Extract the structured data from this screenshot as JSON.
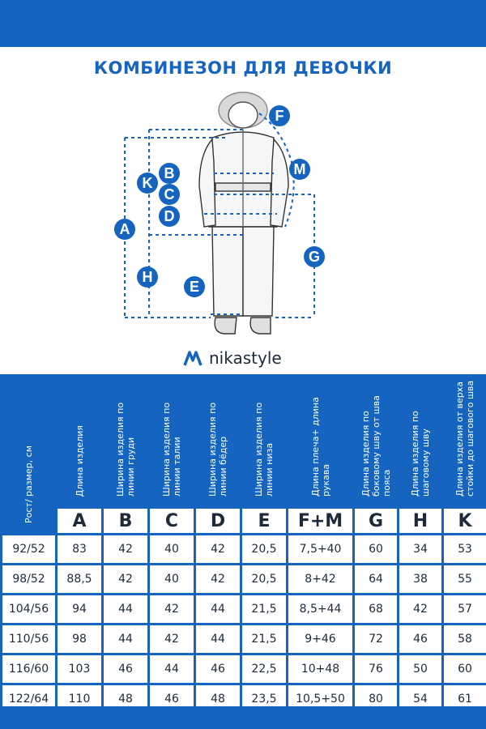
{
  "title": "КОМБИНЕЗОН ДЛЯ ДЕВОЧКИ",
  "brand": {
    "name": "nikastyle",
    "logo_icon": "nikastyle-logo-icon",
    "color": "#1565c0"
  },
  "diagram": {
    "labels": [
      "A",
      "B",
      "C",
      "D",
      "E",
      "F",
      "G",
      "H",
      "K",
      "M"
    ]
  },
  "table": {
    "corner_header": "Рост/ размер, см",
    "columns": [
      {
        "letter": "A",
        "header": "Длина изделия"
      },
      {
        "letter": "B",
        "header": "Ширина изделия по линии груди"
      },
      {
        "letter": "C",
        "header": "Ширина изделия по линии талии"
      },
      {
        "letter": "D",
        "header": "Ширина изделия по линии бёдер"
      },
      {
        "letter": "E",
        "header": "Ширина изделия по линии низа"
      },
      {
        "letter": "F+M",
        "header": "Длина плеча+ длина рукава"
      },
      {
        "letter": "G",
        "header": "Длина изделия по боковому шву от шва пояса"
      },
      {
        "letter": "H",
        "header": "Длина изделия по шаговому шву"
      },
      {
        "letter": "K",
        "header": "Длина изделия от верха стойки до шагового шва"
      }
    ],
    "rows": [
      {
        "size": "92/52",
        "values": [
          "83",
          "42",
          "40",
          "42",
          "20,5",
          "7,5+40",
          "60",
          "34",
          "53"
        ]
      },
      {
        "size": "98/52",
        "values": [
          "88,5",
          "42",
          "40",
          "42",
          "20,5",
          "8+42",
          "64",
          "38",
          "55"
        ]
      },
      {
        "size": "104/56",
        "values": [
          "94",
          "44",
          "42",
          "44",
          "21,5",
          "8,5+44",
          "68",
          "42",
          "57"
        ]
      },
      {
        "size": "110/56",
        "values": [
          "98",
          "44",
          "42",
          "44",
          "21,5",
          "9+46",
          "72",
          "46",
          "58"
        ]
      },
      {
        "size": "116/60",
        "values": [
          "103",
          "46",
          "44",
          "46",
          "22,5",
          "10+48",
          "76",
          "50",
          "60"
        ]
      },
      {
        "size": "122/64",
        "values": [
          "110",
          "48",
          "46",
          "48",
          "23,5",
          "10,5+50",
          "80",
          "54",
          "61"
        ]
      }
    ]
  },
  "colors": {
    "accent": "#1565c0",
    "text": "#1e2a3a"
  }
}
